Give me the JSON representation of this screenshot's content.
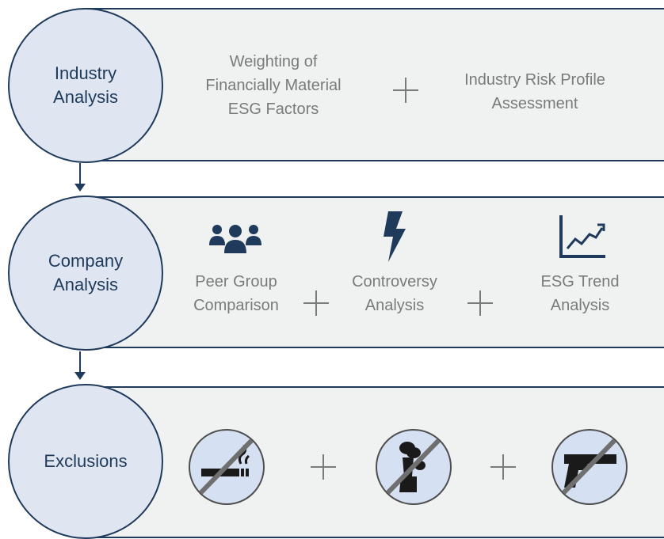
{
  "stages": [
    {
      "title": "Industry\nAnalysis",
      "items": [
        {
          "label": "Weighting of\nFinancially Material\nESG Factors"
        },
        {
          "label": "Industry Risk Profile\nAssessment"
        }
      ]
    },
    {
      "title": "Company\nAnalysis",
      "items": [
        {
          "label": "Peer Group\nComparison",
          "icon": "people-group-icon"
        },
        {
          "label": "Controversy\nAnalysis",
          "icon": "lightning-bolt-icon"
        },
        {
          "label": "ESG Trend\nAnalysis",
          "icon": "trend-chart-icon"
        }
      ]
    },
    {
      "title": "Exclusions",
      "items": [
        {
          "icon": "no-tobacco-icon"
        },
        {
          "icon": "no-nuclear-icon"
        },
        {
          "icon": "no-firearms-icon"
        }
      ]
    }
  ],
  "colors": {
    "navy": "#1f3a5a",
    "band": "#f0f1f1",
    "circle_fill": "#dfe6f2",
    "text_gray": "#7a7a7a"
  }
}
